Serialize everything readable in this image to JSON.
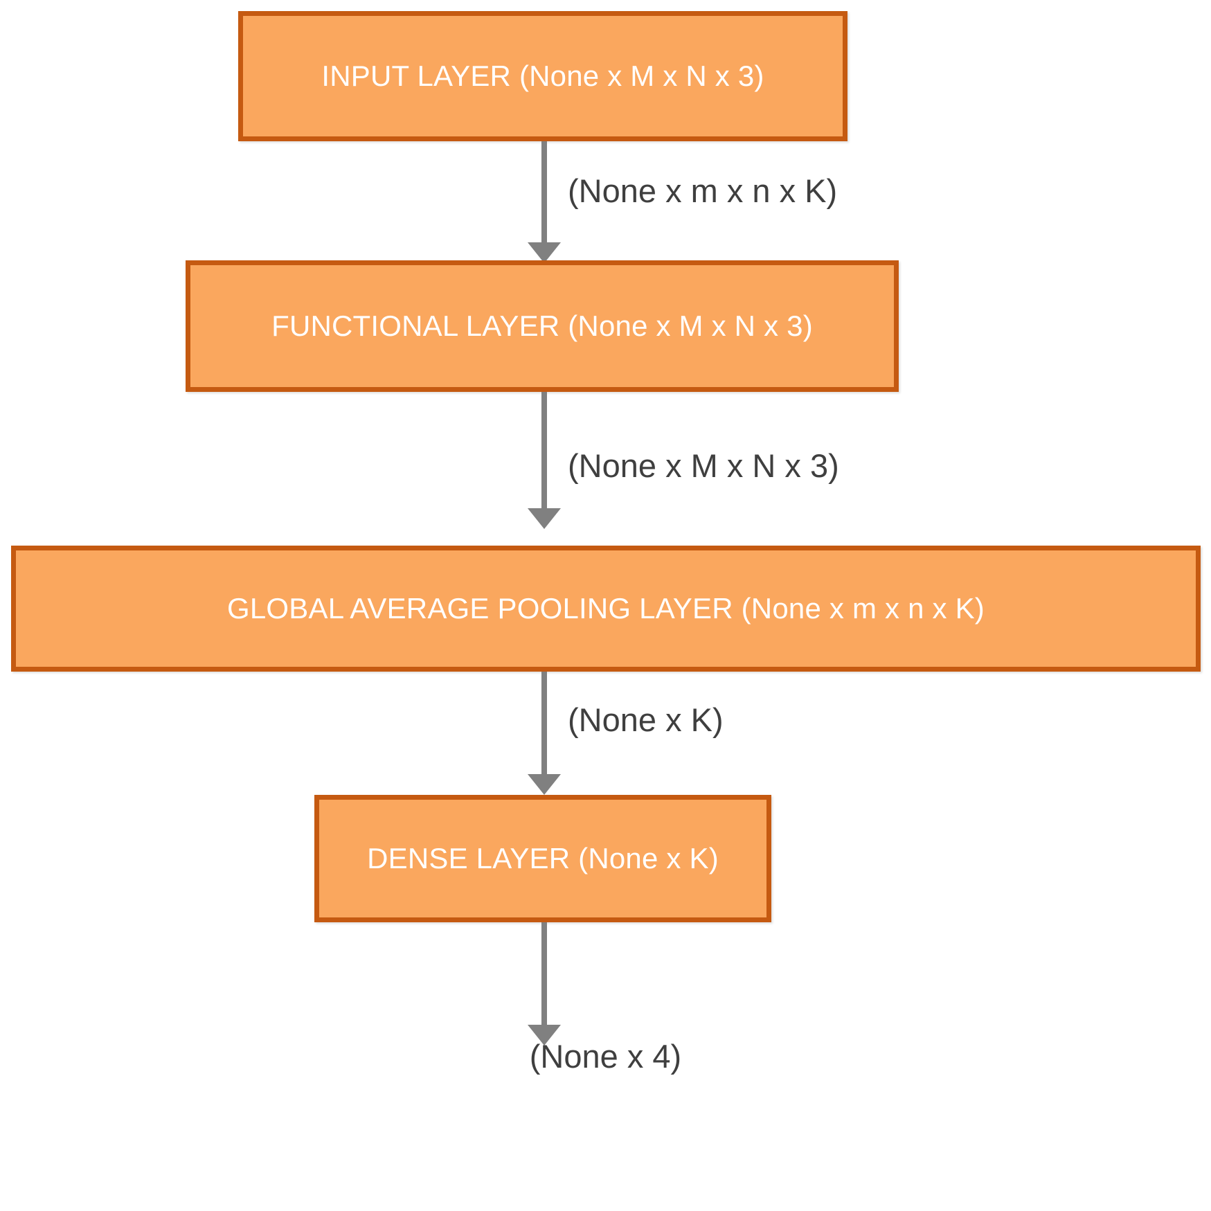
{
  "diagram": {
    "title": "CNN model architecture flow",
    "background_color": "#FFFFFF",
    "box_fill_color": "#FAA75E",
    "box_border_color": "#C55A11",
    "box_text_color": "#FFFFFF",
    "arrow_color": "#808080",
    "edge_label_color": "#3F3F3F",
    "nodes": [
      {
        "id": "input",
        "label": "INPUT LAYER (None x M x N x 3)"
      },
      {
        "id": "functional",
        "label": "FUNCTIONAL LAYER (None x M x N x 3)"
      },
      {
        "id": "gap",
        "label": "GLOBAL AVERAGE POOLING LAYER (None x m x n x K)"
      },
      {
        "id": "dense",
        "label": "DENSE LAYER (None x K)"
      }
    ],
    "edges": [
      {
        "id": "edge-1",
        "from": "input",
        "to": "functional",
        "label": "(None x m x n x K)"
      },
      {
        "id": "edge-2",
        "from": "functional",
        "to": "gap",
        "label": "(None x M x N x 3)"
      },
      {
        "id": "edge-3",
        "from": "gap",
        "to": "dense",
        "label": "(None x K)"
      },
      {
        "id": "edge-4",
        "from": "dense",
        "to": "output",
        "label": "(None x 4)"
      }
    ]
  }
}
